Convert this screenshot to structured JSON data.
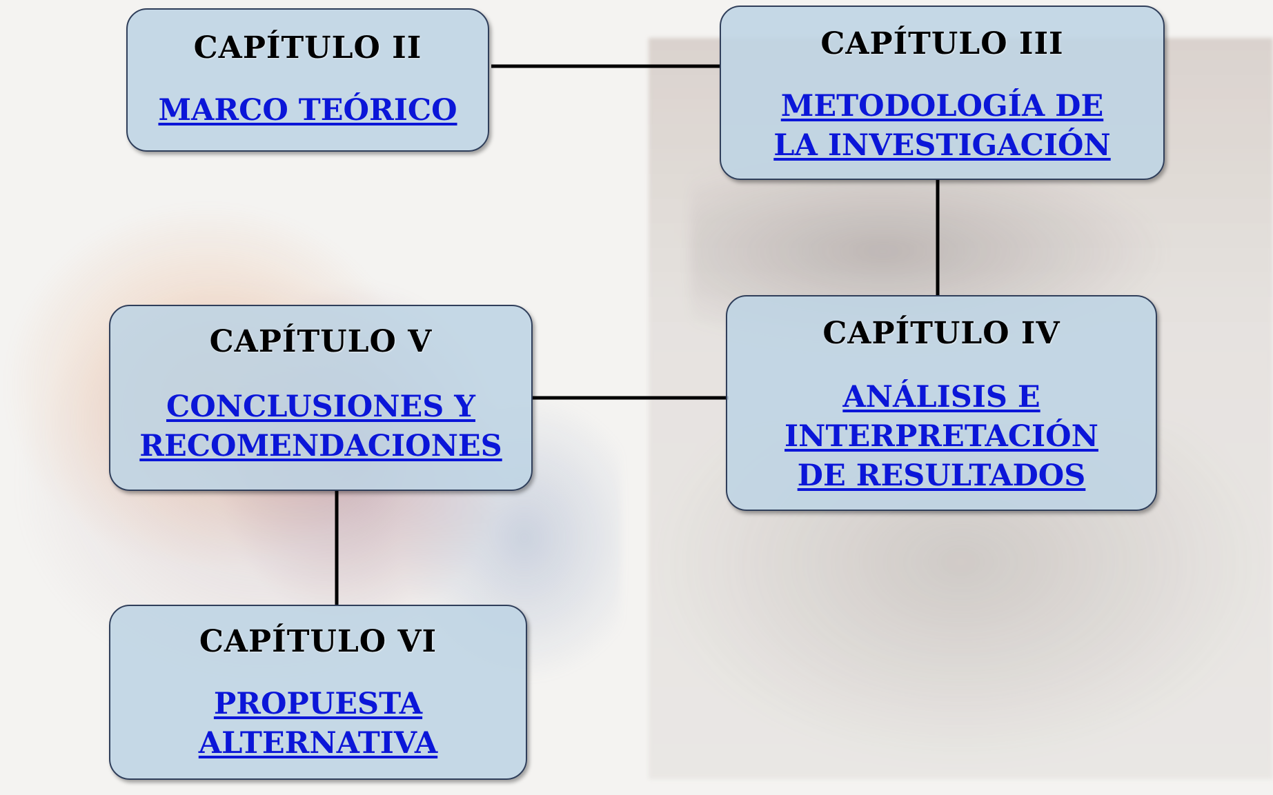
{
  "nodes": {
    "cap2": {
      "title": "CAPÍTULO II",
      "link": "MARCO TEÓRICO"
    },
    "cap3": {
      "title": "CAPÍTULO III",
      "link_lines": [
        "METODOLOGÍA DE",
        "LA INVESTIGACIÓN"
      ]
    },
    "cap4": {
      "title": "CAPÍTULO IV",
      "link_lines": [
        "ANÁLISIS E",
        "INTERPRETACIÓN",
        "DE RESULTADOS"
      ]
    },
    "cap5": {
      "title": "CAPÍTULO V",
      "link_lines": [
        "CONCLUSIONES Y",
        "RECOMENDACIONES"
      ]
    },
    "cap6": {
      "title": "CAPÍTULO VI",
      "link_lines": [
        "PROPUESTA",
        "ALTERNATIVA"
      ]
    }
  },
  "colors": {
    "node_fill": "#bed4e4",
    "node_border": "#2f3e5a",
    "title_text": "#000000",
    "link_text": "#0b16d8",
    "connector": "#000000"
  }
}
